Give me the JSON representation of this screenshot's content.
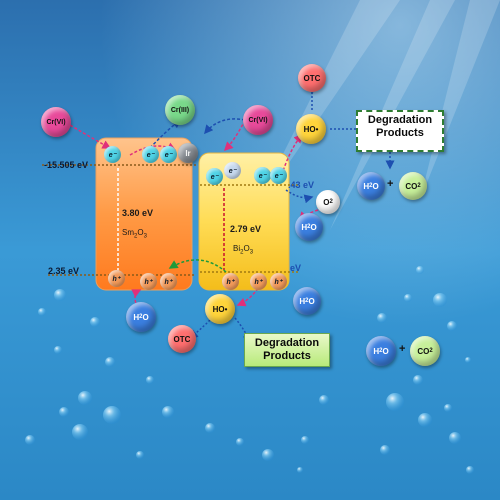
{
  "colors": {
    "background_top": "#2f78b8",
    "background_bottom": "#3aa0d8",
    "sm2o3_top": "#ffb072",
    "sm2o3_bottom": "#ff7a1e",
    "bi2o3_top": "#ffe06a",
    "bi2o3_bottom": "#f5c21c",
    "electron": "#4fd3e6",
    "hole": "#f29a5a",
    "otc": "#ff6f6f",
    "hydroxyl_radical": "#ffd43b",
    "water": "#3b7fe0",
    "co2": "#c7f09a",
    "o2": "#ffffff",
    "cr6": "#e84a9a",
    "cr3": "#79d98a",
    "iridium": "#8a8f96"
  },
  "levels": {
    "cb_sm2o3": "-15.505 eV",
    "vb_sm2o3": "2.35 eV",
    "cb_bi2o3_partial": ".43 eV",
    "vb_bi2o3_partial": "eV"
  },
  "sm2o3": {
    "gap": "3.80 eV",
    "name": "Sm",
    "sub1": "2",
    "mid": "O",
    "sub2": "3"
  },
  "bi2o3": {
    "gap": "2.79 eV",
    "name": "Bi",
    "sub1": "2",
    "mid": "O",
    "sub2": "3"
  },
  "species": {
    "cr6_left": "Cr(VI)",
    "cr3": "Cr(III)",
    "cr6_right": "Cr(VI)",
    "ir": "Ir",
    "otc_top": "OTC",
    "ho_top": "HO•",
    "o2": "O",
    "o2_sub": "2",
    "h2o_right": "H",
    "h2o_right_sub": "2",
    "h2o_right_end": "O",
    "h2o_co2_top_h2o": "H",
    "h2o_co2_top_h2o_sub": "2",
    "h2o_co2_top_h2o_end": "O",
    "co2_top": "CO",
    "co2_top_sub": "2",
    "h2o_left_bottom": "H",
    "h2o_left_bottom_sub": "2",
    "h2o_left_bottom_end": "O",
    "ho_bottom": "HO•",
    "h2o_bottom_right": "H",
    "h2o_bottom_right_sub": "2",
    "h2o_bottom_right_end": "O",
    "otc_bottom": "OTC",
    "h2o_final": "H",
    "h2o_final_sub": "2",
    "h2o_final_end": "O",
    "co2_final": "CO",
    "co2_final_sub": "2",
    "plus": "+"
  },
  "charges": {
    "electron": "e⁻",
    "hole": "h⁺"
  },
  "boxes": {
    "degradation_top_line1": "Degradation",
    "degradation_top_line2": "Products",
    "degradation_bottom_line1": "Degradation",
    "degradation_bottom_line2": "Products"
  }
}
